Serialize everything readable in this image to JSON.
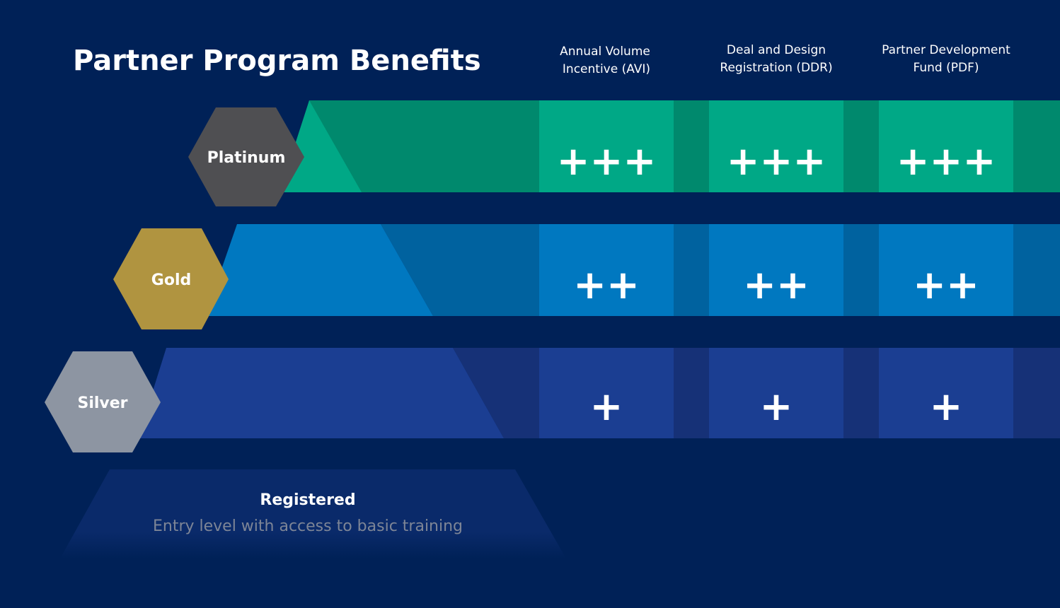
{
  "title": "Partner Program Benefits",
  "columns": [
    {
      "line1": "Annual Volume",
      "line2": "Incentive (AVI)"
    },
    {
      "line1": "Deal and Design",
      "line2": "Registration (DDR)"
    },
    {
      "line1": "Partner Development",
      "line2": "Fund (PDF)"
    }
  ],
  "tiers": [
    {
      "name": "Platinum",
      "benefits": [
        "+++",
        "+++",
        "+++"
      ],
      "hex_color": "#4f4f52",
      "light": "#00a886",
      "dark": "#00896d"
    },
    {
      "name": "Gold",
      "benefits": [
        "++",
        "++",
        "++"
      ],
      "hex_color": "#b09440",
      "light": "#0078c0",
      "dark": "#00629f"
    },
    {
      "name": "Silver",
      "benefits": [
        "+",
        "+",
        "+"
      ],
      "hex_color": "#8d95a2",
      "light": "#1b3e92",
      "dark": "#163177"
    }
  ],
  "registered": {
    "name": "Registered",
    "description": "Entry level with access to basic training"
  },
  "colors": {
    "background": "#002157"
  }
}
